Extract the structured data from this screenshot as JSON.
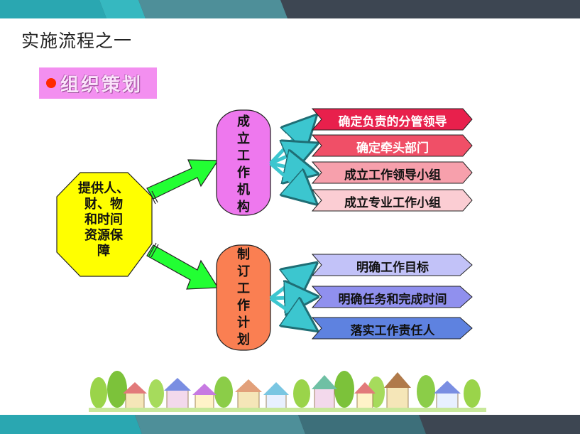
{
  "slide": {
    "title": "实施流程之一",
    "subtitle": "组织策划"
  },
  "colors": {
    "top_band": "#3d4652",
    "teal_band": "#2aa7b1",
    "subtitle_bg": "#f38ff0",
    "octagon": "#ffff00",
    "group1_box": "#ee78ee",
    "group2_box": "#fa7f52",
    "connector_green": "#22ff33",
    "connector_teal": "#3cc6cf"
  },
  "diagram": {
    "source": {
      "lines": [
        "提供人、",
        "财、物",
        "和时间",
        "资源保",
        "障"
      ]
    },
    "groups": [
      {
        "label_chars": [
          "成",
          "立",
          "工",
          "作",
          "机",
          "构"
        ],
        "items": [
          {
            "text": "确定负责的分管领导",
            "color": "#e8204c",
            "text_light": true
          },
          {
            "text": "确定牵头部门",
            "color": "#f04f67",
            "text_light": true
          },
          {
            "text": "成立工作领导小组",
            "color": "#f7a0ac",
            "text_light": false
          },
          {
            "text": "成立专业工作小组",
            "color": "#fbcdd3",
            "text_light": false
          }
        ]
      },
      {
        "label_chars": [
          "制",
          "订",
          "工",
          "作",
          "计",
          "划"
        ],
        "items": [
          {
            "text": "明确工作目标",
            "color": "#c2c2f8",
            "text_light": false
          },
          {
            "text": "明确任务和完成时间",
            "color": "#9090ee",
            "text_light": false
          },
          {
            "text": "落实工作责任人",
            "color": "#5e82e0",
            "text_light": false
          }
        ]
      }
    ]
  }
}
